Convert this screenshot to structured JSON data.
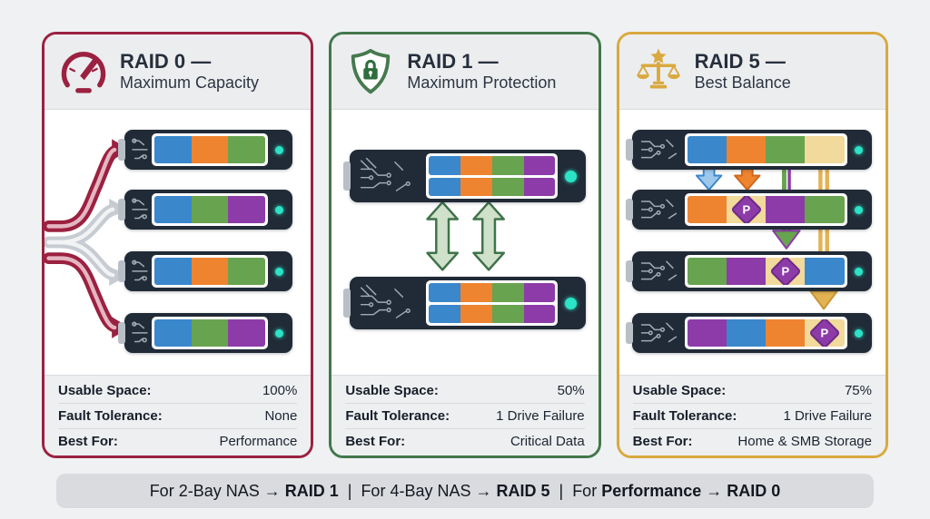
{
  "colors": {
    "blue": "#3a87cc",
    "orange": "#ee8330",
    "green": "#68a350",
    "purple": "#8d3ba8",
    "tan": "#f2d99c",
    "led": "#2be3c6",
    "drive_body": "#212b37",
    "raid0_accent": "#9b2140",
    "raid1_accent": "#43774c",
    "raid5_accent": "#d9a93f"
  },
  "parity_label": "P",
  "cards": [
    {
      "id": "raid0",
      "icon": "speedometer-icon",
      "title": "RAID 0 —",
      "subtitle": "Maximum Capacity",
      "stats": [
        {
          "label": "Usable Space:",
          "value": "100%"
        },
        {
          "label": "Fault Tolerance:",
          "value": "None"
        },
        {
          "label": "Best For:",
          "value": "Performance"
        }
      ],
      "drives": [
        {
          "rows": [
            [
              "blue",
              "orange",
              "green"
            ]
          ]
        },
        {
          "rows": [
            [
              "blue",
              "green",
              "purple"
            ]
          ]
        },
        {
          "rows": [
            [
              "blue",
              "orange",
              "green"
            ]
          ]
        },
        {
          "rows": [
            [
              "blue",
              "green",
              "purple"
            ]
          ]
        }
      ]
    },
    {
      "id": "raid1",
      "icon": "shield-lock-icon",
      "title": "RAID 1 —",
      "subtitle": "Maximum Protection",
      "stats": [
        {
          "label": "Usable Space:",
          "value": "50%"
        },
        {
          "label": "Fault Tolerance:",
          "value": "1 Drive Failure"
        },
        {
          "label": "Best For:",
          "value": "Critical Data"
        }
      ],
      "drives": [
        {
          "rows": [
            [
              "blue",
              "orange",
              "green",
              "purple"
            ],
            [
              "blue",
              "orange",
              "green",
              "purple"
            ]
          ]
        },
        {
          "rows": [
            [
              "blue",
              "orange",
              "green",
              "purple"
            ],
            [
              "blue",
              "orange",
              "green",
              "purple"
            ]
          ]
        }
      ]
    },
    {
      "id": "raid5",
      "icon": "balance-scale-icon",
      "title": "RAID 5 —",
      "subtitle": "Best Balance",
      "stats": [
        {
          "label": "Usable Space:",
          "value": "75%"
        },
        {
          "label": "Fault Tolerance:",
          "value": "1 Drive Failure"
        },
        {
          "label": "Best For:",
          "value": "Home & SMB Storage"
        }
      ],
      "drives": [
        {
          "rows": [
            [
              "blue",
              "orange",
              "green",
              "tan"
            ]
          ]
        },
        {
          "rows": [
            [
              "orange",
              "tan",
              "purple",
              "green"
            ]
          ],
          "parity_seg": 1
        },
        {
          "rows": [
            [
              "green",
              "purple",
              "tan",
              "blue"
            ]
          ],
          "parity_seg": 2
        },
        {
          "rows": [
            [
              "purple",
              "blue",
              "orange",
              "tan"
            ]
          ],
          "parity_seg": 3
        }
      ]
    }
  ],
  "footer": {
    "parts": [
      {
        "t": "For 2-Bay NAS → ",
        "b": false
      },
      {
        "t": "RAID 1",
        "b": true
      },
      {
        "t": "  |  ",
        "b": false
      },
      {
        "t": "For 4-Bay NAS → ",
        "b": false
      },
      {
        "t": "RAID 5",
        "b": true
      },
      {
        "t": "  |  ",
        "b": false
      },
      {
        "t": "For ",
        "b": false
      },
      {
        "t": "Performance",
        "b": true
      },
      {
        "t": " → ",
        "b": false
      },
      {
        "t": "RAID 0",
        "b": true
      }
    ]
  }
}
